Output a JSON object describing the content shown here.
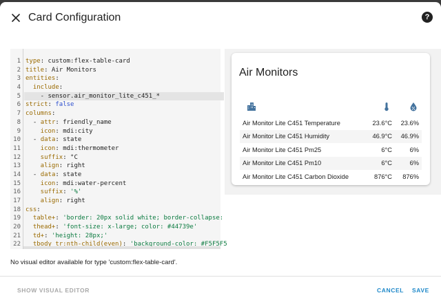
{
  "dialog": {
    "title": "Card Configuration",
    "help_label": "?"
  },
  "editor": {
    "line_numbers": [
      "1",
      "2",
      "3",
      "4",
      "5",
      "6",
      "7",
      "8",
      "9",
      "10",
      "11",
      "12",
      "13",
      "14",
      "15",
      "16",
      "17",
      "18",
      "19",
      "20",
      "21",
      "22"
    ],
    "lines": [
      [
        {
          "t": "type",
          "c": "k"
        },
        {
          "t": ": custom:flex-table-card",
          "c": ""
        }
      ],
      [
        {
          "t": "title",
          "c": "k"
        },
        {
          "t": ": Air Monitors",
          "c": ""
        }
      ],
      [
        {
          "t": "entities",
          "c": "k"
        },
        {
          "t": ":",
          "c": ""
        }
      ],
      [
        {
          "t": "  include",
          "c": "k"
        },
        {
          "t": ":",
          "c": ""
        }
      ],
      [
        {
          "t": "    - sensor.air_monitor_lite_c451_*",
          "c": ""
        }
      ],
      [
        {
          "t": "strict",
          "c": "k"
        },
        {
          "t": ": ",
          "c": ""
        },
        {
          "t": "false",
          "c": "v"
        }
      ],
      [
        {
          "t": "columns",
          "c": "k"
        },
        {
          "t": ":",
          "c": ""
        }
      ],
      [
        {
          "t": "  - ",
          "c": ""
        },
        {
          "t": "attr",
          "c": "k"
        },
        {
          "t": ": friendly_name",
          "c": ""
        }
      ],
      [
        {
          "t": "    icon",
          "c": "k"
        },
        {
          "t": ": mdi:city",
          "c": ""
        }
      ],
      [
        {
          "t": "  - ",
          "c": ""
        },
        {
          "t": "data",
          "c": "k"
        },
        {
          "t": ": state",
          "c": ""
        }
      ],
      [
        {
          "t": "    icon",
          "c": "k"
        },
        {
          "t": ": mdi:thermometer",
          "c": ""
        }
      ],
      [
        {
          "t": "    suffix",
          "c": "k"
        },
        {
          "t": ": °C",
          "c": ""
        }
      ],
      [
        {
          "t": "    align",
          "c": "k"
        },
        {
          "t": ": right",
          "c": ""
        }
      ],
      [
        {
          "t": "  - ",
          "c": ""
        },
        {
          "t": "data",
          "c": "k"
        },
        {
          "t": ": state",
          "c": ""
        }
      ],
      [
        {
          "t": "    icon",
          "c": "k"
        },
        {
          "t": ": mdi:water-percent",
          "c": ""
        }
      ],
      [
        {
          "t": "    suffix",
          "c": "k"
        },
        {
          "t": ": ",
          "c": ""
        },
        {
          "t": "'%'",
          "c": "s"
        }
      ],
      [
        {
          "t": "    align",
          "c": "k"
        },
        {
          "t": ": right",
          "c": ""
        }
      ],
      [
        {
          "t": "css",
          "c": "k"
        },
        {
          "t": ":",
          "c": ""
        }
      ],
      [
        {
          "t": "  table+",
          "c": "k"
        },
        {
          "t": ": ",
          "c": ""
        },
        {
          "t": "'border: 20px solid white; border-collapse: ",
          "c": "s"
        }
      ],
      [
        {
          "t": "  thead+",
          "c": "k"
        },
        {
          "t": ": ",
          "c": ""
        },
        {
          "t": "'font-size: x-large; color: #44739e'",
          "c": "s"
        }
      ],
      [
        {
          "t": "  td+",
          "c": "k"
        },
        {
          "t": ": ",
          "c": ""
        },
        {
          "t": "'height: 28px;'",
          "c": "s"
        }
      ],
      [
        {
          "t": "  tbody tr:nth-child(even)",
          "c": "k"
        },
        {
          "t": ": ",
          "c": ""
        },
        {
          "t": "'background-color: #F5F5F5",
          "c": "s"
        }
      ]
    ],
    "active_line": 5
  },
  "preview": {
    "card_title": "Air Monitors",
    "column_icons": [
      "city-icon",
      "thermometer-icon",
      "water-percent-icon"
    ],
    "header_icon_color": "#44739e",
    "rows": [
      {
        "name": "Air Monitor Lite C451 Temperature",
        "state": "23.6°C",
        "wp": "23.6%"
      },
      {
        "name": "Air Monitor Lite C451 Humidity",
        "state": "46.9°C",
        "wp": "46.9%"
      },
      {
        "name": "Air Monitor Lite C451 Pm25",
        "state": "6°C",
        "wp": "6%"
      },
      {
        "name": "Air Monitor Lite C451 Pm10",
        "state": "6°C",
        "wp": "6%"
      },
      {
        "name": "Air Monitor Lite C451 Carbon Dioxide",
        "state": "876°C",
        "wp": "876%"
      }
    ]
  },
  "message": "No visual editor available for type 'custom:flex-table-card'.",
  "footer": {
    "show_visual_editor": "SHOW VISUAL EDITOR",
    "cancel": "CANCEL",
    "save": "SAVE"
  },
  "colors": {
    "accent": "#1e88c9",
    "yaml_key": "#9a6a00",
    "yaml_string": "#0a7a3f",
    "yaml_bool": "#2d4fcf"
  }
}
